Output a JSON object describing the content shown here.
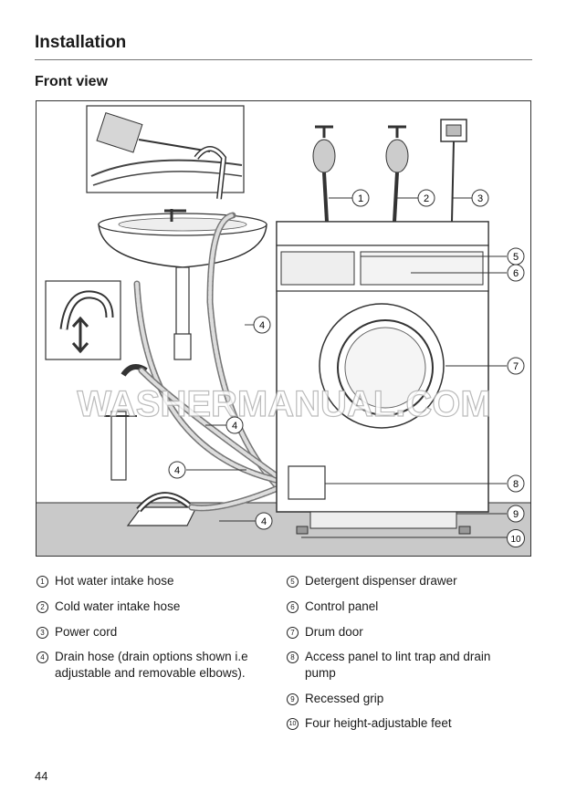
{
  "header": {
    "section_title": "Installation",
    "subtitle": "Front view"
  },
  "figure": {
    "watermark": "WASHERMANUAL.COM",
    "callouts": [
      "1",
      "2",
      "3",
      "4",
      "4",
      "4",
      "4",
      "5",
      "6",
      "7",
      "8",
      "9",
      "10"
    ]
  },
  "legend": {
    "left": [
      {
        "num": "1",
        "text": "Hot water intake hose"
      },
      {
        "num": "2",
        "text": "Cold water intake hose"
      },
      {
        "num": "3",
        "text": "Power cord"
      },
      {
        "num": "4",
        "text": "Drain hose (drain options shown i.e adjustable and removable elbows)."
      }
    ],
    "right": [
      {
        "num": "5",
        "text": "Detergent dispenser drawer"
      },
      {
        "num": "6",
        "text": "Control panel"
      },
      {
        "num": "7",
        "text": "Drum door"
      },
      {
        "num": "8",
        "text": "Access panel to lint trap and drain pump"
      },
      {
        "num": "9",
        "text": "Recessed grip"
      },
      {
        "num": "10",
        "text": "Four height-adjustable feet"
      }
    ]
  },
  "footer": {
    "page_number": "44"
  }
}
